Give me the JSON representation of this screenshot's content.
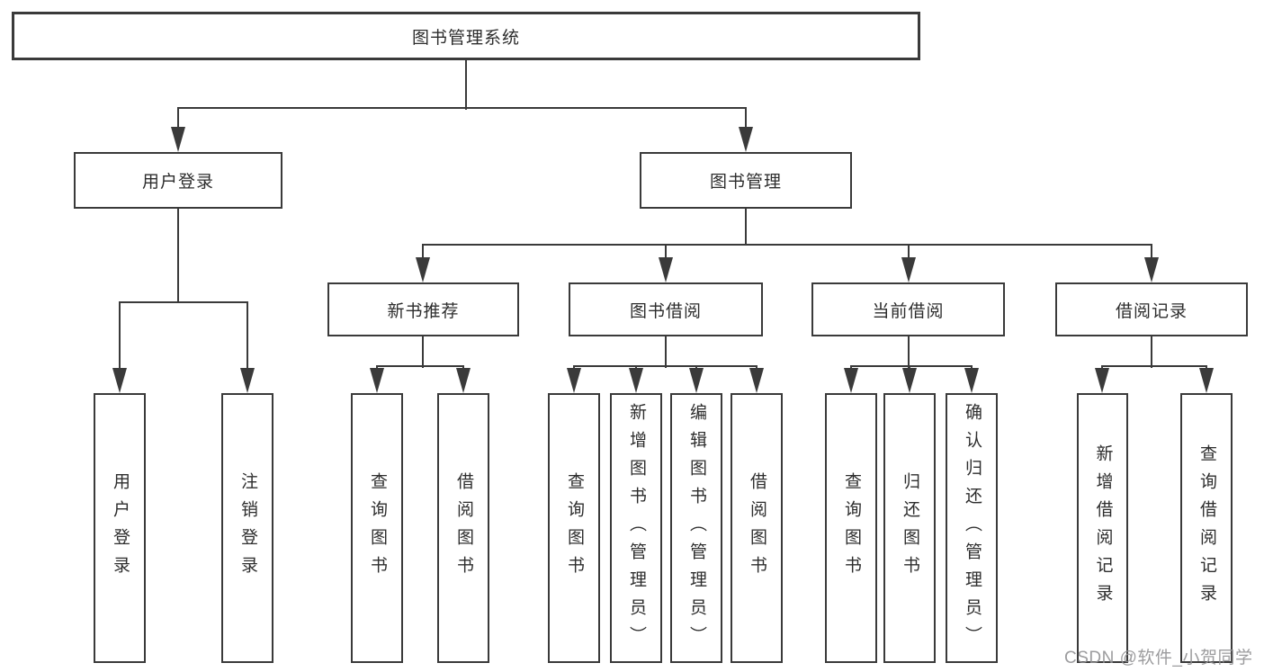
{
  "nodes": {
    "root": "图书管理系统",
    "user_login": "用户登录",
    "book_management": "图书管理",
    "new_book_recommend": "新书推荐",
    "book_borrowing": "图书借阅",
    "current_borrowing": "当前借阅",
    "borrowing_records": "借阅记录",
    "ul_user_login": "用户登录",
    "ul_logout": "注销登录",
    "nb_query_books": "查询图书",
    "nb_borrow_books": "借阅图书",
    "bb_query_books": "查询图书",
    "bb_add_books": "新增图书（管理员）",
    "bb_edit_books": "编辑图书（管理员）",
    "bb_borrow_books": "借阅图书",
    "cb_query_books": "查询图书",
    "cb_return_books": "归还图书",
    "cb_confirm_return": "确认归还（管理员）",
    "br_add_record": "新增借阅记录",
    "br_query_record": "查询借阅记录"
  },
  "watermark": "CSDN @软件_小贺同学",
  "colors": {
    "line": "#3a3a3a",
    "text": "#2d2d2d",
    "watermark": "#919194",
    "background": "#ffffff"
  }
}
